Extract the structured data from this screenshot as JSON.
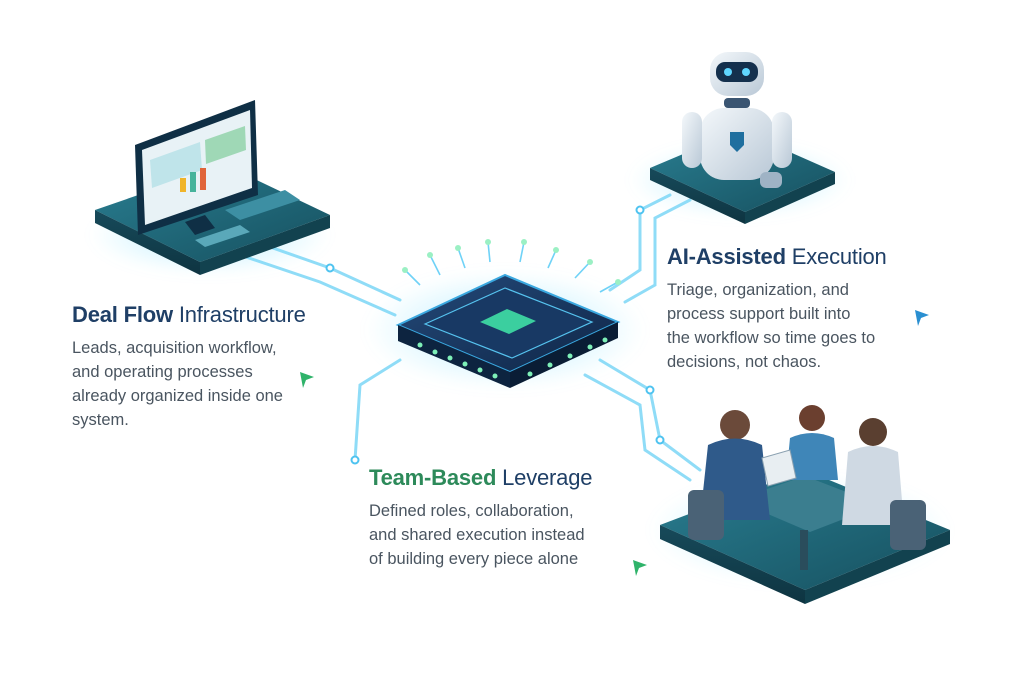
{
  "colors": {
    "title_navy": "#1f3f66",
    "title_green": "#2d8a5a",
    "accent_teal": "#1f6f82",
    "circuit_cyan": "#4ec3f0",
    "chip_green": "#3fe0a5",
    "arrow_green": "#2fb36a",
    "arrow_blue": "#2a8fd1",
    "desc_gray": "#4a5560"
  },
  "icons": {
    "computer": "desktop-computer-icon",
    "robot": "robot-icon",
    "chip": "processor-chip-icon",
    "team": "team-meeting-icon",
    "cursor": "cursor-arrow-icon"
  },
  "sections": {
    "deal": {
      "title_bold": "Deal Flow",
      "title_light": "Infrastructure",
      "lines": [
        "Leads, acquisition workflow,",
        "and operating processes",
        "already organized inside one",
        "system."
      ]
    },
    "ai": {
      "title_bold": "AI-Assisted",
      "title_light": "Execution",
      "lines": [
        "Triage, organization, and",
        "process support built into",
        "the workflow so time goes to",
        "decisions, not chaos."
      ]
    },
    "team": {
      "title_bold": "Team-Based",
      "title_light": "Leverage",
      "lines": [
        "Defined roles, collaboration,",
        "and shared execution instead",
        "of building every piece alone"
      ]
    }
  }
}
